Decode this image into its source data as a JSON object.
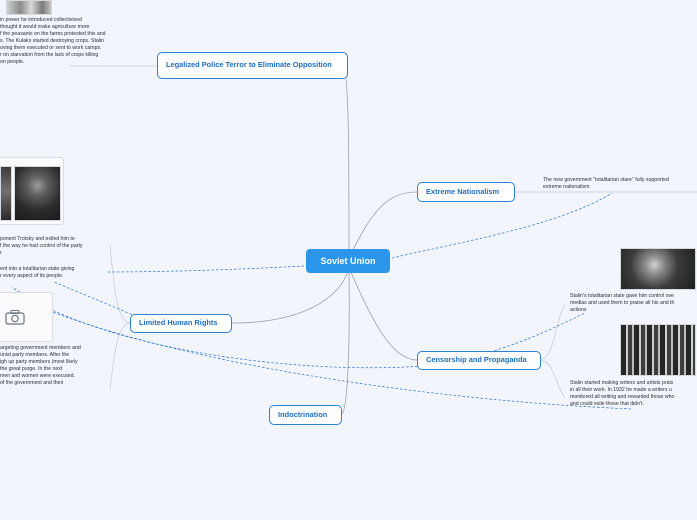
{
  "central": {
    "label": "Soviet Union"
  },
  "branches": {
    "police_terror": "Legalized Police Terror to Eliminate Opposition",
    "extreme_nationalism": "Extreme Nationalism",
    "limited_rights": "Limited Human Rights",
    "censorship": "Censorship and Propaganda",
    "indoctrination": "Indoctrination"
  },
  "notes": {
    "police_terror": "in power he introduced collectivised\nthought it would make agriculture more\nf the peasants on the farms protested this and\ns. The Kulaks started destroying crops. Stalin\noving them executed or sent to work camps.\nr on starvation from the lack of crops killing\non people.",
    "nationalism": "The new government \"totalitarian stare\" fully supported\nextreme nationalism",
    "trotsky": "ponent Trotsky and exiled him to\nf the way he had control of the party\nr",
    "totalitarian": "ent into a totalitarian state giving\nr every aspect of its people.",
    "purge": "argeting government members and\nunist party members. After the\nigh up party members (most likely\nthe great purge. In the next\nmen and women were executed.\nof the government and their",
    "media": "Stalin's totalitarian state gave him control ove\nmedias and used them to praise all his and th\nactions",
    "writers": "Stalin started making writers and artists prais\nin all their work. In 1932 he made a writers u\nmonitored all writing and rewarded those who\nand could exile those that didn't."
  },
  "icons": {
    "camera": "camera-icon"
  },
  "colors": {
    "accent": "#2b95e9",
    "border": "#2a82d6",
    "link": "#9ba2ab",
    "dashed": "#1f6fd1",
    "background": "#f3f5fc"
  }
}
